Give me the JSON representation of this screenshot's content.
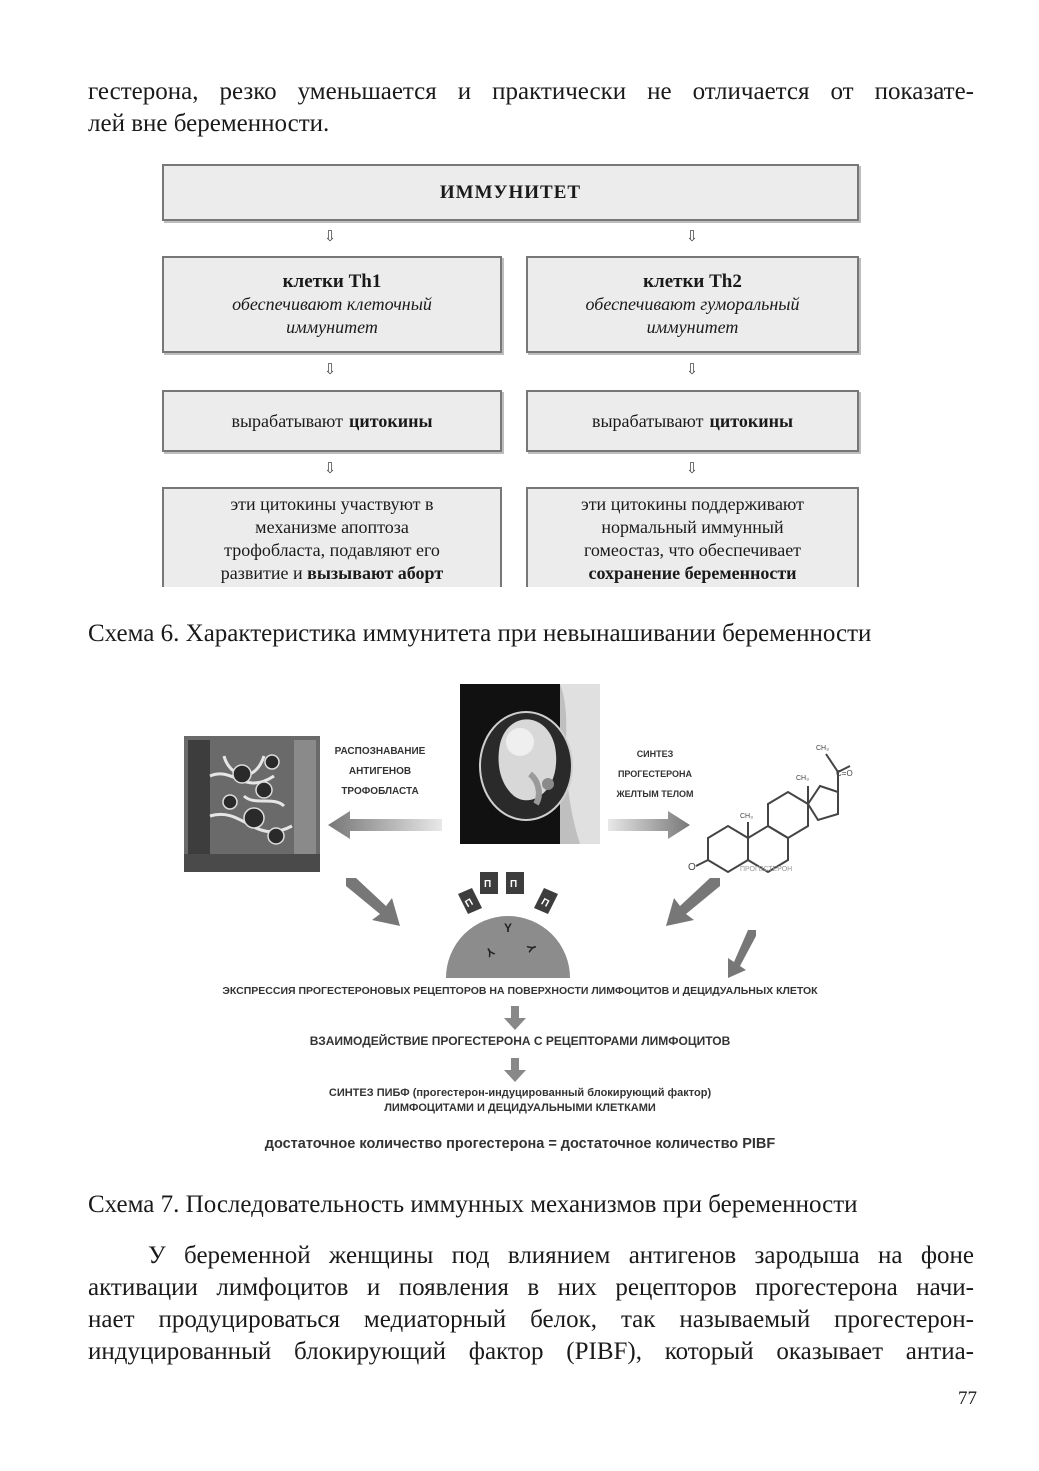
{
  "intro_text": {
    "line1": "гестерона, резко уменьшается и практически не отличается от показате-",
    "line2": "лей вне беременности."
  },
  "scheme6": {
    "top_box": "ИММУНИТЕТ",
    "left": {
      "cells_title": "клетки Th1",
      "cells_desc_1": "обеспечивают клеточный",
      "cells_desc_2": "иммунитет",
      "produce_prefix": "вырабатывают",
      "produce_bold": "цитокины",
      "effect_1": "эти цитокины участвуют в",
      "effect_2": "механизме апоптоза",
      "effect_3": "трофобласта, подавляют его",
      "effect_4_prefix": "развитие и",
      "effect_4_bold": "вызывают аборт"
    },
    "right": {
      "cells_title": "клетки Th2",
      "cells_desc_1": "обеспечивают гуморальный",
      "cells_desc_2": "иммунитет",
      "produce_prefix": "вырабатывают",
      "produce_bold": "цитокины",
      "effect_1": "эти цитокины поддерживают",
      "effect_2": "нормальный иммунный",
      "effect_3": "гомеостаз, что обеспечивает",
      "effect_4_bold": "сохранение беременности"
    },
    "arrow_glyph": "⇩"
  },
  "caption6": "Схема 6.  Характеристика иммунитета при невынашивании беременности",
  "scheme7": {
    "recognition_1": "РАСПОЗНАВАНИЕ",
    "recognition_2": "АНТИГЕНОВ",
    "recognition_3": "ТРОФОБЛАСТА",
    "synthesis_1": "СИНТЕЗ",
    "synthesis_2": "ПРОГЕСТЕРОНА",
    "synthesis_3": "ЖЕЛТЫМ ТЕЛОМ",
    "molecule_name": "ПРОГЕСТЕРОН",
    "ch3_top": "CH₃",
    "ch3_mid": "CH₃",
    "ch3_low": "CH₃",
    "c_o": "C=O",
    "o_atom": "O",
    "p_letter": "П",
    "y_letter": "Y",
    "step1": "ЭКСПРЕССИЯ ПРОГЕСТЕРОНОВЫХ РЕЦЕПТОРОВ НА ПОВЕРХНОСТИ ЛИМФОЦИТОВ И ДЕЦИДУАЛЬНЫХ КЛЕТОК",
    "step2": "ВЗАИМОДЕЙСТВИЕ ПРОГЕСТЕРОНА С РЕЦЕПТОРАМИ ЛИМФОЦИТОВ",
    "step3_1": "СИНТЕЗ ПИБФ (прогестерон-индуцированный блокирующий фактор)",
    "step3_2": "ЛИМФОЦИТАМИ И ДЕЦИДУАЛЬНЫМИ  КЛЕТКАМИ",
    "conclusion": "достаточное количество прогестерона = достаточное количество PIBF"
  },
  "caption7": "Схема 7.  Последовательность иммунных механизмов при беременности",
  "body_text": {
    "line1": "У беременной женщины под влиянием антигенов зародыша на фоне",
    "line2": "активации лимфоцитов и появления в них рецепторов прогестерона начи-",
    "line3": "нает продуцироваться медиаторный белок, так называемый прогестерон-",
    "line4": "индуцированный блокирующий фактор (PIBF), который оказывает антиа-"
  },
  "page_number": "77"
}
